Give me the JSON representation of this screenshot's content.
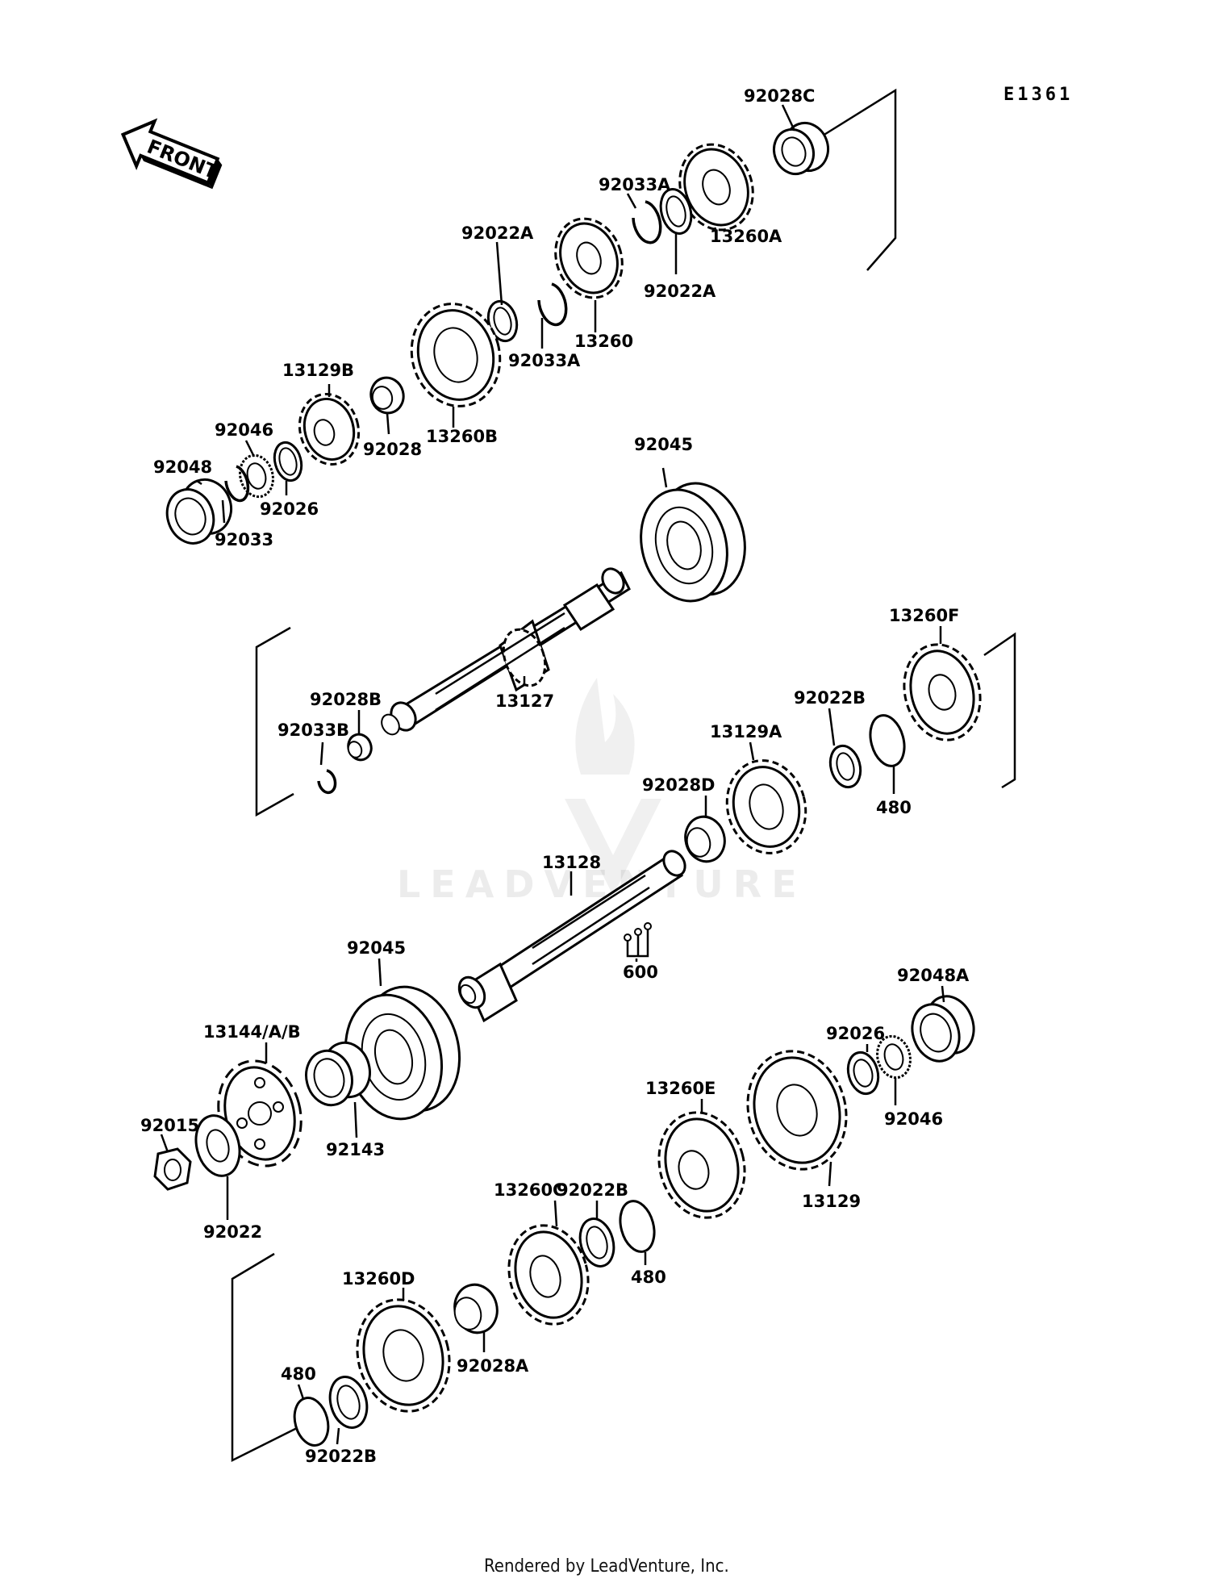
{
  "diagram_code": "E1361",
  "front_label": "FRONT",
  "watermark": "LEADVENTURE",
  "footer": "Rendered by LeadVenture, Inc.",
  "labels": {
    "p92028C": "92028C",
    "p92033A_top": "92033A",
    "p92022A_left": "92022A",
    "p92022A_right": "92022A",
    "p13260A": "13260A",
    "p92033A_bot": "92033A",
    "p13260": "13260",
    "p13129B": "13129B",
    "p13260B": "13260B",
    "p92046_top": "92046",
    "p92028": "92028",
    "p92048": "92048",
    "p92026_top": "92026",
    "p92033": "92033",
    "p92045_top": "92045",
    "p13260F": "13260F",
    "p92022B_r": "92022B",
    "p480_r": "480",
    "p92028B": "92028B",
    "p92033B": "92033B",
    "p13127": "13127",
    "p13129A": "13129A",
    "p92028D": "92028D",
    "p13128": "13128",
    "p600": "600",
    "p92045_bot": "92045",
    "p92048A": "92048A",
    "p13144": "13144/A/B",
    "p92026_bot": "92026",
    "p92046_bot": "92046",
    "p92015": "92015",
    "p92143": "92143",
    "p92022": "92022",
    "p13260E": "13260E",
    "p13129": "13129",
    "p13260C": "13260C",
    "p92022B_m": "92022B",
    "p480_m": "480",
    "p13260D": "13260D",
    "p92028A": "92028A",
    "p480_l": "480",
    "p92022B_l": "92022B"
  }
}
